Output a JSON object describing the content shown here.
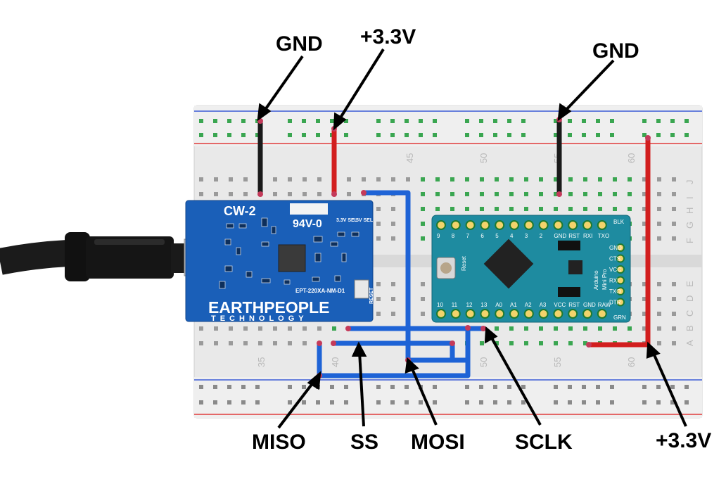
{
  "callouts": {
    "gnd_left": "GND",
    "v33_top": "+3.3V",
    "gnd_right": "GND",
    "miso": "MISO",
    "ss": "SS",
    "mosi": "MOSI",
    "sclk": "SCLK",
    "v33_bottom": "+3.3V"
  },
  "breadboard": {
    "column_numbers": [
      "35",
      "40",
      "45",
      "50",
      "55",
      "60"
    ],
    "row_letters_top": [
      "J",
      "I",
      "H",
      "G",
      "F"
    ],
    "row_letters_bottom": [
      "E",
      "D",
      "C",
      "B",
      "A"
    ]
  },
  "cw2_board": {
    "model": "CW-2",
    "rating": "94V-0",
    "sel_labels": [
      "3.3V SEL",
      "5V SEL"
    ],
    "part_number": "EPT-220XA-NM-D1",
    "brand": "EARTHPEOPLE",
    "brand_sub": "TECHNOLOGY",
    "reset": "RESET"
  },
  "arduino": {
    "name_line1": "Arduino",
    "name_line2": "Mini Pro",
    "reset_label": "Reset",
    "top_pins": [
      "9",
      "8",
      "7",
      "6",
      "5",
      "4",
      "3",
      "2",
      "GND",
      "RST",
      "RXI",
      "TXO"
    ],
    "bottom_pins": [
      "10",
      "11",
      "12",
      "13",
      "A0",
      "A1",
      "A2",
      "A3",
      "VCC",
      "RST",
      "GND",
      "RAW"
    ],
    "side_top": "BLK",
    "side_bottom": "GRN",
    "side_pins": [
      "GND",
      "CTS",
      "VCC",
      "RXI",
      "TXO",
      "DTR"
    ]
  },
  "colors": {
    "wire_black": "#1a1a1a",
    "wire_red": "#d21e1e",
    "wire_blue": "#1e63d6",
    "board_blue": "#1a5fb8",
    "arduino_teal": "#1e8ba0",
    "hole_green": "#3aa651",
    "rail_blue": "#3b5bd6",
    "rail_red": "#e13b3b"
  }
}
